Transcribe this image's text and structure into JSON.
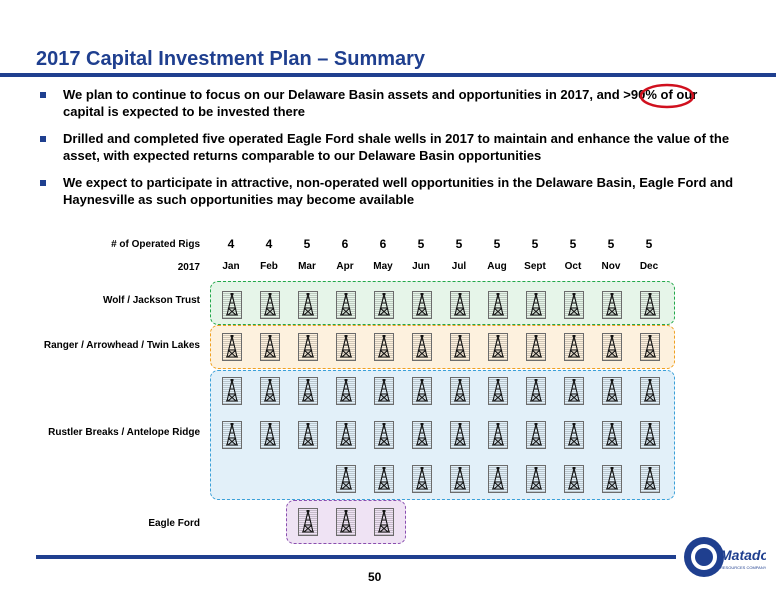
{
  "title": "2017 Capital Investment Plan – Summary",
  "bullets": [
    "We plan to continue to focus on our Delaware Basin assets and opportunities in 2017, and >90% of our capital is expected to be invested there",
    "Drilled and completed five operated Eagle Ford shale wells in 2017 to maintain and enhance the value of the asset, with expected returns comparable to our Delaware Basin opportunities",
    "We expect to participate in attractive, non-operated well opportunities in the Delaware Basin, Eagle Ford and Haynesville as such opportunities may become available"
  ],
  "schedule": {
    "rig_label": "# of Operated Rigs",
    "year_label": "2017",
    "months": [
      "Jan",
      "Feb",
      "Mar",
      "Apr",
      "May",
      "Jun",
      "Jul",
      "Aug",
      "Sept",
      "Oct",
      "Nov",
      "Dec"
    ],
    "rig_counts": [
      "4",
      "4",
      "5",
      "6",
      "6",
      "5",
      "5",
      "5",
      "5",
      "5",
      "5",
      "5"
    ],
    "groups": [
      {
        "name": "Wolf / Jackson Trust",
        "color": "#22a84a",
        "fill": "#e6f5e9",
        "rows": [
          [
            0,
            1,
            2,
            3,
            4,
            5,
            6,
            7,
            8,
            9,
            10,
            11
          ]
        ]
      },
      {
        "name": "Ranger / Arrowhead / Twin Lakes",
        "color": "#f0a020",
        "fill": "#fdf1de",
        "rows": [
          [
            0,
            1,
            2,
            3,
            4,
            5,
            6,
            7,
            8,
            9,
            10,
            11
          ]
        ]
      },
      {
        "name": "Rustler Breaks / Antelope Ridge",
        "color": "#3aa0d8",
        "fill": "#e2f0f9",
        "rows": [
          [
            0,
            1,
            2,
            3,
            4,
            5,
            6,
            7,
            8,
            9,
            10,
            11
          ],
          [
            0,
            1,
            2,
            3,
            4,
            5,
            6,
            7,
            8,
            9,
            10,
            11
          ],
          [
            3,
            4,
            5,
            6,
            7,
            8,
            9,
            10,
            11
          ]
        ]
      },
      {
        "name": "Eagle Ford",
        "color": "#8a4fb0",
        "fill": "#efe3f4",
        "rows": [
          [
            2,
            3,
            4
          ]
        ]
      }
    ]
  },
  "page_number": "50",
  "logo_text": "Matador",
  "logo_subtext": "RESOURCES COMPANY",
  "highlight_color": "#d0101e",
  "accent_color": "#1f3f8f"
}
